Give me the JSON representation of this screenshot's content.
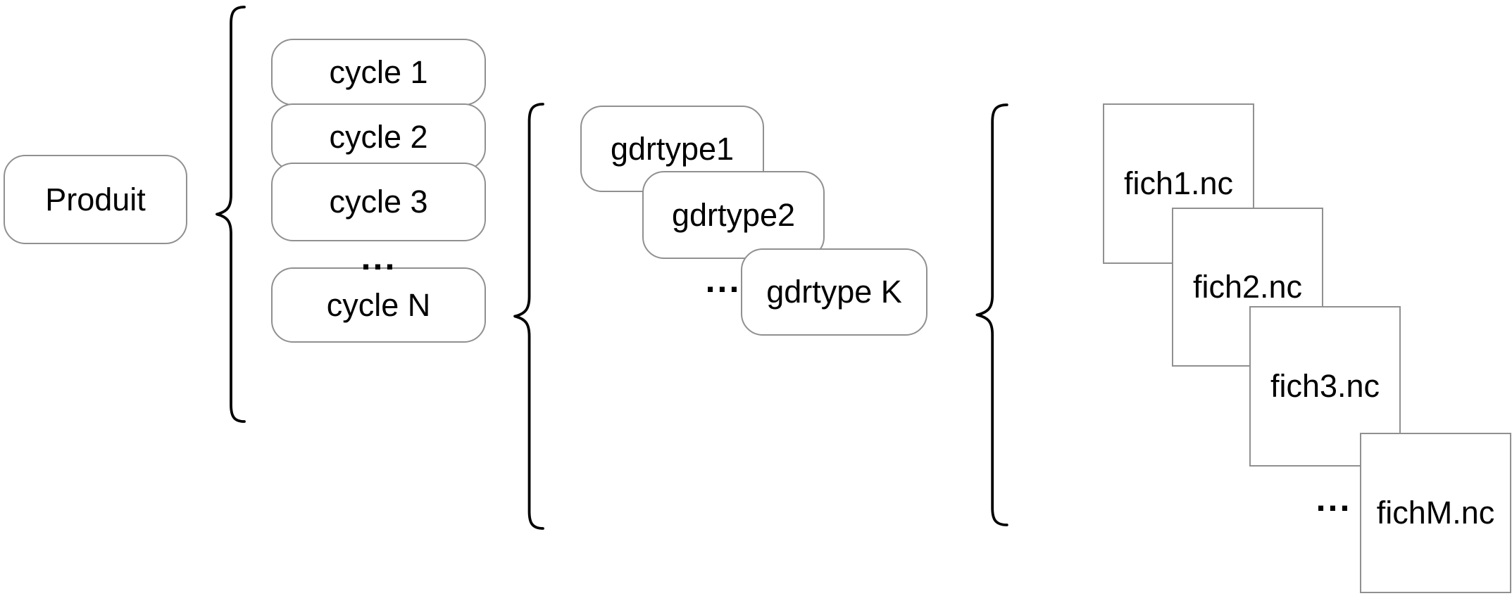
{
  "diagram": {
    "root_label": "Produit",
    "ellipsis": "...",
    "cycles": [
      "cycle 1",
      "cycle 2",
      "cycle 3",
      "cycle N"
    ],
    "gdrtypes": [
      "gdrtype1",
      "gdrtype2",
      "gdrtype K"
    ],
    "files": [
      "fich1.nc",
      "fich2.nc",
      "fich3.nc",
      "fichM.nc"
    ],
    "colors": {
      "background": "#ffffff",
      "box_border": "#909090",
      "brace": "#000000",
      "text": "#000000"
    }
  }
}
